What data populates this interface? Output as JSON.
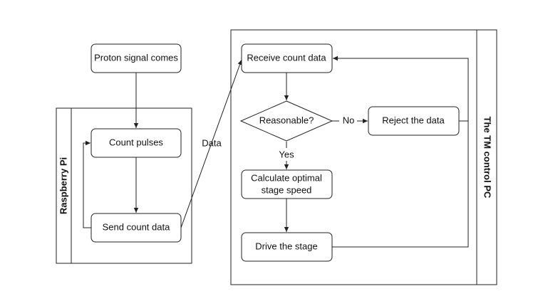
{
  "groups": {
    "raspberry_pi": "Raspberry Pi",
    "tm_control_pc": "The TM control PC"
  },
  "nodes": {
    "proton_signal": "Proton signal comes",
    "count_pulses": "Count pulses",
    "send_count_data": "Send count data",
    "receive_count_data": "Receive count data",
    "reasonable": "Reasonable?",
    "reject_data": "Reject the data",
    "calc_line1": "Calculate optimal",
    "calc_line2": "stage speed",
    "drive_stage": "Drive the stage"
  },
  "edges": {
    "data": "Data",
    "no": "No",
    "yes": "Yes"
  }
}
